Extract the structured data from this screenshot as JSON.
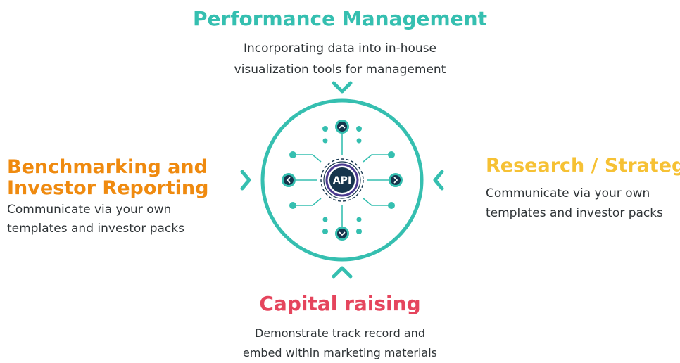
{
  "performance": {
    "title": "Performance Management",
    "line1": "Incorporating data into in-house",
    "line2": "visualization tools for management"
  },
  "benchmarking": {
    "title_line1": "Benchmarking and",
    "title_line2": "Investor Reporting",
    "line1": "Communicate via your own",
    "line2": "templates and investor packs"
  },
  "research": {
    "title": "Research / Strategy",
    "line1": "Communicate via your own",
    "line2": "templates and investor packs"
  },
  "capital": {
    "title": "Capital raising",
    "line1": "Demonstrate track record and",
    "line2": "embed within marketing materials"
  },
  "hub": {
    "label": "API"
  },
  "colors": {
    "teal": "#35bfb0",
    "orange": "#ef8a0f",
    "yellow": "#f6c134",
    "red": "#e5455d",
    "navy": "#16354d",
    "purple": "#4b3a8f"
  }
}
